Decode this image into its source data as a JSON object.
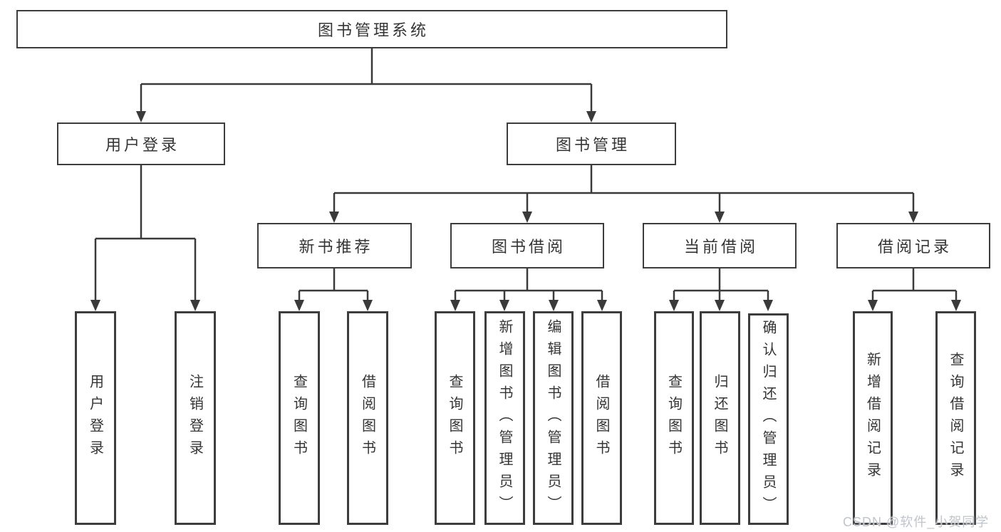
{
  "diagram_type": "hierarchy-tree",
  "watermark": "CSDN @软件_小贺同学",
  "colors": {
    "background": "#ffffff",
    "box_fill": "#ffffff",
    "box_border": "#3d3d3d",
    "connector_line": "#3a3a3a",
    "text": "#353535",
    "watermark_text": "#c0c5cb"
  },
  "tree": {
    "label": "图书管理系统",
    "children": [
      {
        "label": "用户登录",
        "children": [
          {
            "label": "用户登录"
          },
          {
            "label": "注销登录"
          }
        ]
      },
      {
        "label": "图书管理",
        "children": [
          {
            "label": "新书推荐",
            "children": [
              {
                "label": "查询图书"
              },
              {
                "label": "借阅图书"
              }
            ]
          },
          {
            "label": "图书借阅",
            "children": [
              {
                "label": "查询图书"
              },
              {
                "label": "新增图书（管理员）"
              },
              {
                "label": "编辑图书（管理员）"
              },
              {
                "label": "借阅图书"
              }
            ]
          },
          {
            "label": "当前借阅",
            "children": [
              {
                "label": "查询图书"
              },
              {
                "label": "归还图书"
              },
              {
                "label": "确认归还（管理员）"
              }
            ]
          },
          {
            "label": "借阅记录",
            "children": [
              {
                "label": "新增借阅记录"
              },
              {
                "label": "查询借阅记录"
              }
            ]
          }
        ]
      }
    ]
  }
}
